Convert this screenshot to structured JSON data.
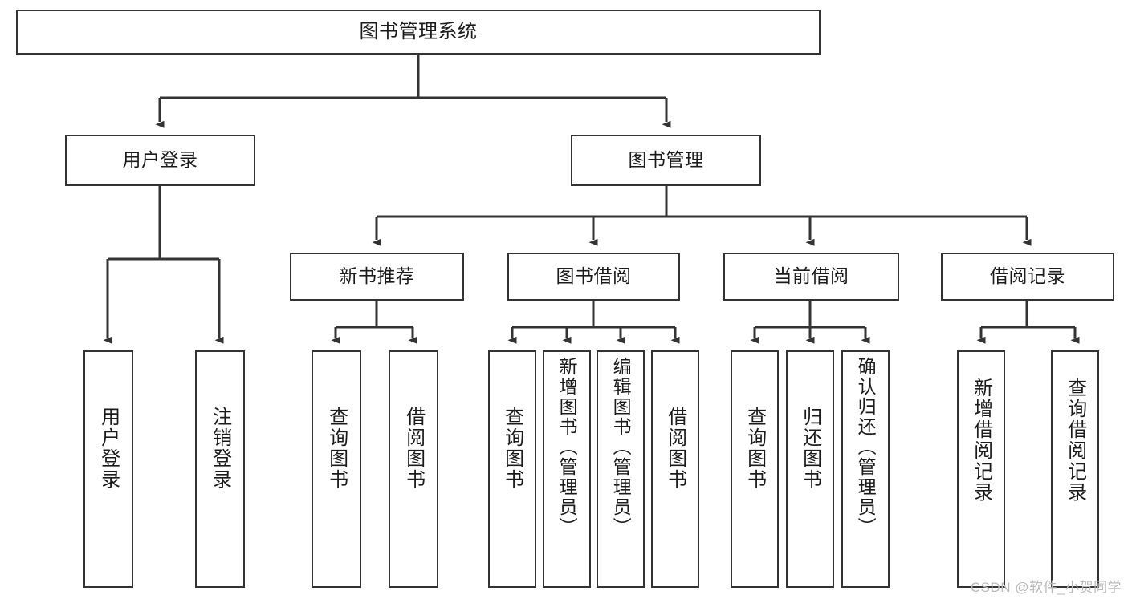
{
  "diagram": {
    "type": "tree",
    "title": "图书管理系统",
    "watermark": "CSDN @软件_小贺同学",
    "colors": {
      "box_border": "#333333",
      "box_fill": "#ffffff",
      "edge": "#333333",
      "text": "#1b1b1b",
      "watermark": "#b9b9b9"
    },
    "nodes": {
      "root": "图书管理系统",
      "level1": [
        "用户登录",
        "图书管理"
      ],
      "level2": [
        "新书推荐",
        "图书借阅",
        "当前借阅",
        "借阅记录"
      ],
      "leaves": {
        "user_login": [
          "用户登录",
          "注销登录"
        ],
        "new_book": [
          "查询图书",
          "借阅图书"
        ],
        "book_borrow": [
          "查询图书",
          "新增图书（管理员）",
          "编辑图书（管理员）",
          "借阅图书"
        ],
        "current_borrow": [
          "查询图书",
          "归还图书",
          "确认归还（管理员）"
        ],
        "borrow_record": [
          "新增借阅记录",
          "查询借阅记录"
        ]
      }
    }
  }
}
